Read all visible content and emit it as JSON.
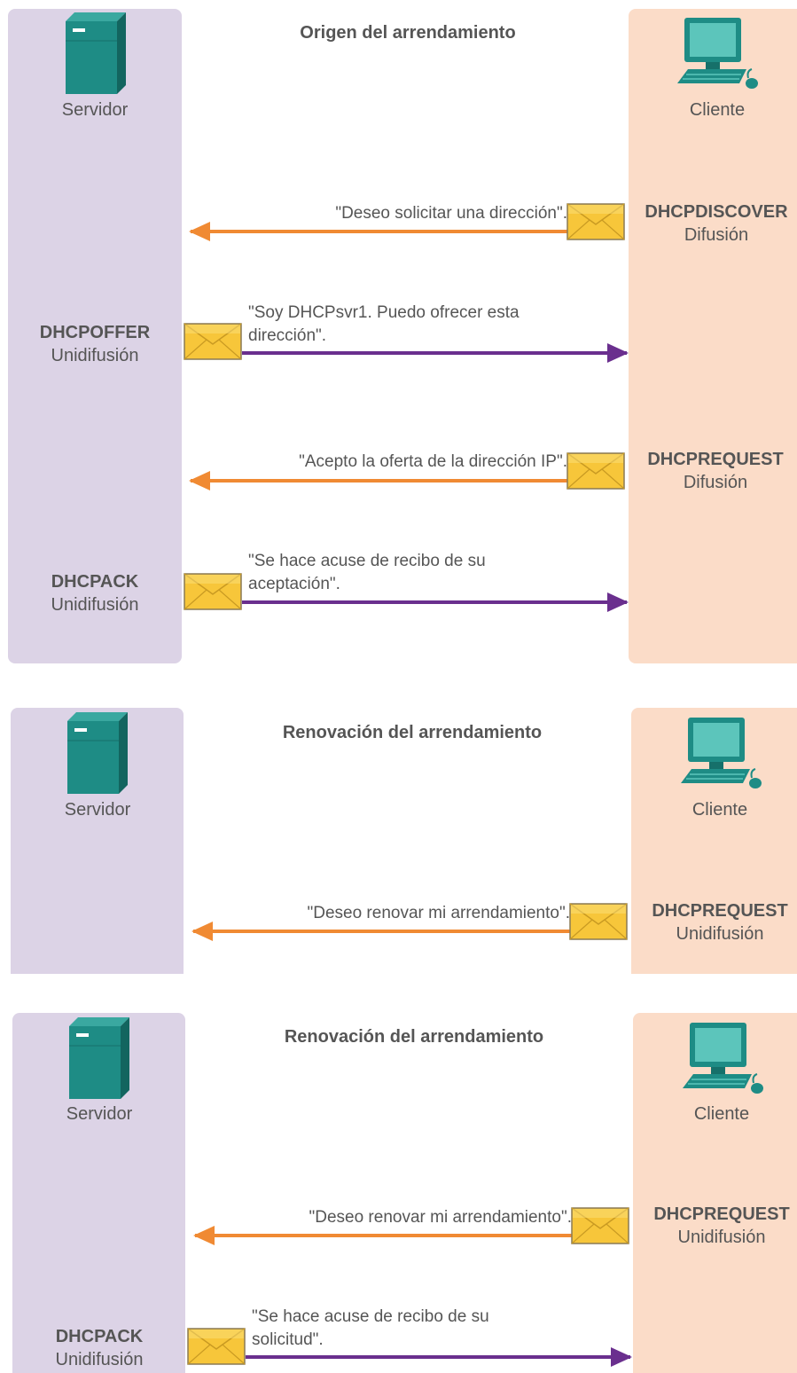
{
  "sections": [
    {
      "title": "Origen del arrendamiento",
      "server_label": "Servidor",
      "client_label": "Cliente",
      "messages": [
        {
          "side": "client",
          "name": "DHCPDISCOVER",
          "type": "Difusión",
          "quote": "\"Deseo solicitar una dirección\"."
        },
        {
          "side": "server",
          "name": "DHCPOFFER",
          "type": "Unidifusión",
          "quote_line1": "\"Soy DHCPsvr1. Puedo ofrecer esta",
          "quote_line2": "dirección\"."
        },
        {
          "side": "client",
          "name": "DHCPREQUEST",
          "type": "Difusión",
          "quote": "\"Acepto la oferta de la dirección IP\"."
        },
        {
          "side": "server",
          "name": "DHCPACK",
          "type": "Unidifusión",
          "quote_line1": "\"Se hace acuse de recibo de su",
          "quote_line2": "aceptación\"."
        }
      ]
    },
    {
      "title": "Renovación del arrendamiento",
      "server_label": "Servidor",
      "client_label": "Cliente",
      "messages": [
        {
          "side": "client",
          "name": "DHCPREQUEST",
          "type": "Unidifusión",
          "quote": "\"Deseo renovar mi arrendamiento\"."
        }
      ]
    },
    {
      "title": "Renovación del arrendamiento",
      "server_label": "Servidor",
      "client_label": "Cliente",
      "messages": [
        {
          "side": "client",
          "name": "DHCPREQUEST",
          "type": "Unidifusión",
          "quote": "\"Deseo renovar mi arrendamiento\"."
        },
        {
          "side": "server",
          "name": "DHCPACK",
          "type": "Unidifusión",
          "quote_line1": "\"Se hace acuse de recibo de su",
          "quote_line2": "solicitud\"."
        }
      ]
    }
  ],
  "colors": {
    "server_column": "#dcd3e6",
    "client_column": "#fbdcc8",
    "arrow_to_server": "#f08a33",
    "arrow_to_client": "#6a2f8e",
    "envelope": "#f7c63a",
    "device": "#1e8c85"
  },
  "icons": [
    "server-icon",
    "client-computer-icon",
    "envelope-icon"
  ]
}
